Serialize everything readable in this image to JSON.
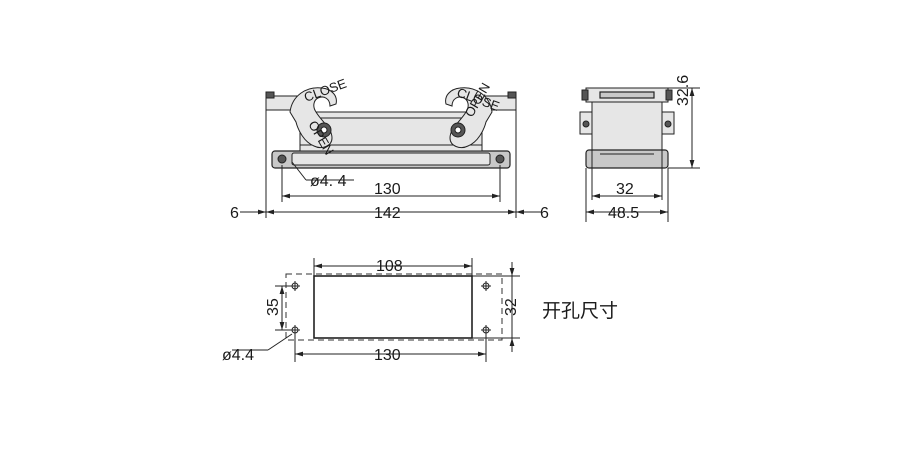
{
  "front_view": {
    "width_label": "142",
    "inner_width_label": "130",
    "left_margin_label": "6",
    "right_margin_label": "6",
    "hole_label": "ø4. 4",
    "lever_text_left_top": "CLOSE",
    "lever_text_left_bottom": "OPEN",
    "lever_text_right_top": "CLOSE",
    "lever_text_right_bottom": "OPEN"
  },
  "side_view": {
    "height_label": "32.6",
    "inner_width_label": "32",
    "outer_width_label": "48.5"
  },
  "cutout": {
    "title": "开孔尺寸",
    "top_width_label": "108",
    "bottom_width_label": "130",
    "left_height_label": "35",
    "right_height_label": "32",
    "hole_label": "ø4.4"
  }
}
